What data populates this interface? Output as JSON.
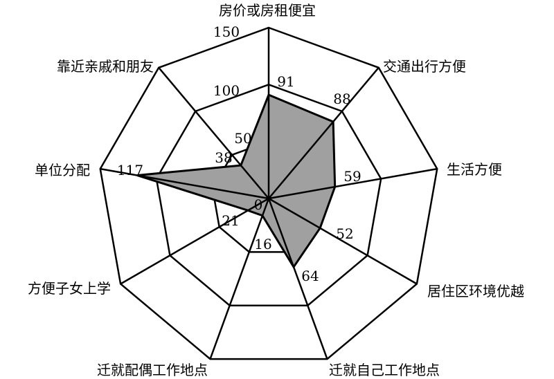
{
  "chart_data": {
    "type": "radar",
    "title": "",
    "categories": [
      "房价或房租便宜",
      "交通出行方便",
      "生活方便",
      "居住区环境优越",
      "迁就自己工作地点",
      "迁就配偶工作地点",
      "方便子女上学",
      "单位分配",
      "靠近亲戚和朋友"
    ],
    "series": [
      {
        "name": "",
        "values": [
          91,
          88,
          59,
          52,
          64,
          16,
          21,
          117,
          38
        ],
        "color": "#a0a0a0"
      }
    ],
    "scale_ticks": [
      0,
      50,
      100,
      150
    ],
    "rlim": [
      0,
      150
    ],
    "grid": true
  }
}
